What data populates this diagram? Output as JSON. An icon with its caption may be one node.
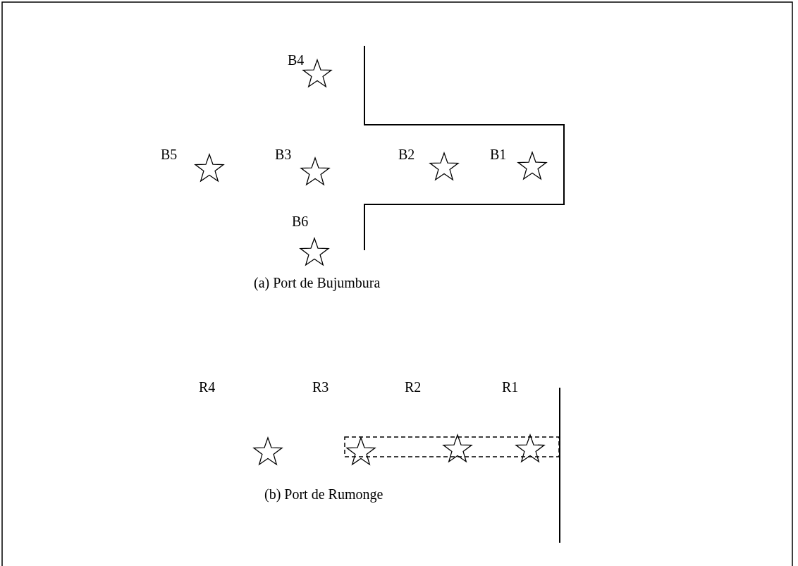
{
  "diagram": {
    "labels": [
      "B4",
      "B5",
      "B3",
      "B2",
      "B1",
      "B6",
      "(a) Port de Bujumbura",
      "R4",
      "R3",
      "R2",
      "R1",
      "(b) Port de Rumonge"
    ]
  }
}
